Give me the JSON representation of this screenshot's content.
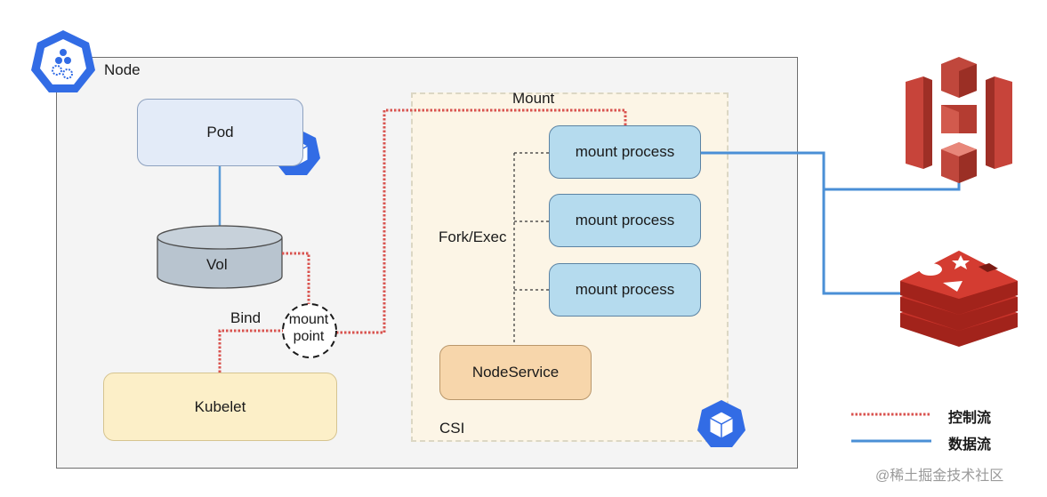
{
  "diagram": {
    "node": {
      "label": "Node"
    },
    "csi": {
      "label": "CSI"
    },
    "pod": {
      "label": "Pod"
    },
    "volume": {
      "label": "Vol"
    },
    "mount_point": {
      "line1": "mount",
      "line2": "point"
    },
    "kubelet": {
      "label": "Kubelet"
    },
    "node_service": {
      "label": "NodeService"
    },
    "mount_processes": [
      {
        "label": "mount process"
      },
      {
        "label": "mount process"
      },
      {
        "label": "mount process"
      }
    ],
    "edge_labels": {
      "mount": "Mount",
      "fork_exec": "Fork/Exec",
      "bind": "Bind"
    },
    "external_services": [
      {
        "name": "amazon-s3",
        "icon": "s3-bucket-icon"
      },
      {
        "name": "redis",
        "icon": "redis-icon"
      }
    ]
  },
  "legend": {
    "control_flow": "控制流",
    "data_flow": "数据流"
  },
  "colors": {
    "control_flow": "#d9534f",
    "data_flow": "#4a8fd6",
    "k8s_blue": "#326ce5"
  },
  "watermark": "@稀土掘金技术社区"
}
